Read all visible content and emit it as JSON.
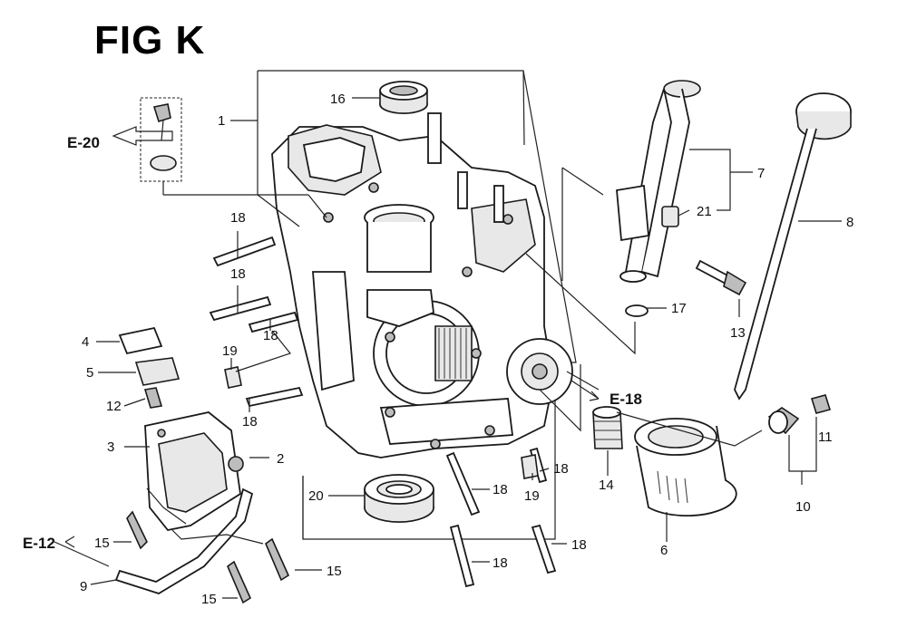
{
  "figure": {
    "title": "FIG K"
  },
  "references": {
    "e20": "E-20",
    "e18": "E-18",
    "e12": "E-12"
  },
  "callouts": {
    "c1": "1",
    "c2": "2",
    "c3": "3",
    "c4": "4",
    "c5": "5",
    "c6": "6",
    "c7": "7",
    "c8": "8",
    "c9": "9",
    "c10": "10",
    "c11": "11",
    "c12": "12",
    "c13": "13",
    "c14": "14",
    "c15a": "15",
    "c15b": "15",
    "c15c": "15",
    "c16": "16",
    "c17": "17",
    "c18a": "18",
    "c18b": "18",
    "c18c": "18",
    "c18d": "18",
    "c18e": "18",
    "c18f": "18",
    "c18g": "18",
    "c18h": "18",
    "c19a": "19",
    "c19b": "19",
    "c20": "20",
    "c21": "21"
  },
  "colors": {
    "ink": "#1a1a1a",
    "paper": "#ffffff",
    "shade": "#bdbdbd"
  }
}
